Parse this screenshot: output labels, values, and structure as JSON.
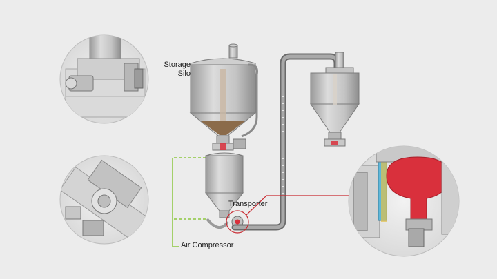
{
  "labels": {
    "storage_silo_line1": "Storage",
    "storage_silo_line2": "Silo",
    "transporter": "Transporter",
    "air_compressor": "Air Compressor"
  },
  "colors": {
    "background": "#ececec",
    "steel": "#b9b9b9",
    "steel_dark": "#7d7d7d",
    "bulk_material": "#8b6b4a",
    "air_line": "#8cc63f",
    "highlight_valve": "#d9303c",
    "callout_line": "#c8282f",
    "detail_fill": "#e0e0e0"
  }
}
